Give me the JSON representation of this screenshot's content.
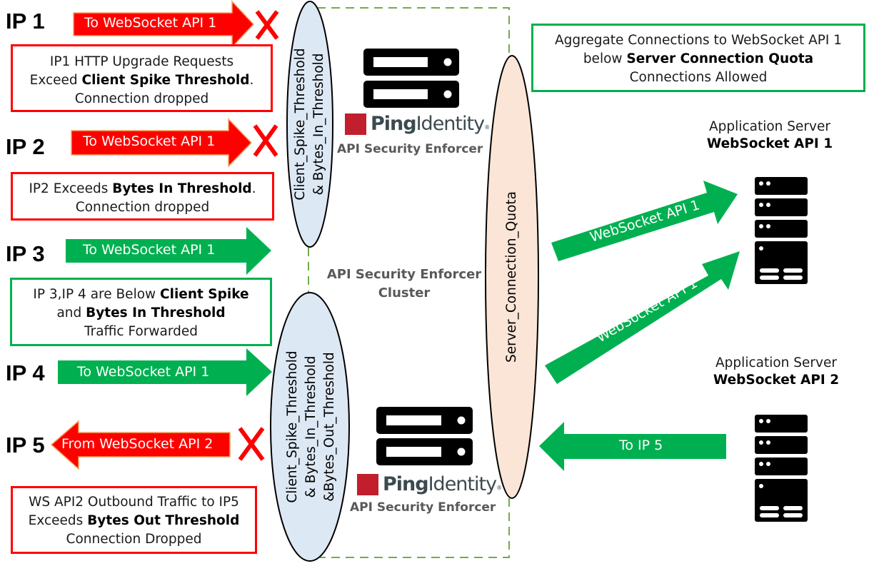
{
  "colors": {
    "blocked": "#ff0000",
    "allowed": "#00b050",
    "enforcer_ellipse_fill": "#dde8f5",
    "quota_ellipse_fill": "#fbe5d6",
    "cluster_border": "#70ad47",
    "ping_red": "#c11f2d"
  },
  "clients": [
    {
      "label": "IP 1",
      "arrow_text": "To WebSocket API 1",
      "direction": "right",
      "status": "blocked"
    },
    {
      "label": "IP 2",
      "arrow_text": "To WebSocket API 1",
      "direction": "right",
      "status": "blocked"
    },
    {
      "label": "IP 3",
      "arrow_text": "To WebSocket API 1",
      "direction": "right",
      "status": "allowed"
    },
    {
      "label": "IP 4",
      "arrow_text": "To WebSocket API 1",
      "direction": "right",
      "status": "allowed"
    },
    {
      "label": "IP 5",
      "arrow_text": "From WebSocket API 2",
      "direction": "left",
      "status": "blocked"
    }
  ],
  "notes": {
    "ip1": {
      "line1": "IP1 HTTP Upgrade Requests",
      "line2_pre": "Exceed ",
      "line2_bold": "Client Spike Threshold",
      "line2_post": ".",
      "line3": "Connection dropped"
    },
    "ip2": {
      "line1_pre": "IP2 Exceeds ",
      "line1_bold": "Bytes In Threshold",
      "line1_post": ".",
      "line2": "Connection dropped"
    },
    "ip34": {
      "line1_pre": "IP 3,IP 4 are Below ",
      "line1_bold": "Client Spike",
      "line2_pre": "and ",
      "line2_bold": "Bytes In Threshold",
      "line3": "Traffic Forwarded"
    },
    "ip5": {
      "line1": "WS API2 Outbound Traffic to IP5",
      "line2_pre": "Exceeds ",
      "line2_bold": "Bytes Out Threshold",
      "line3": "Connection Dropped"
    },
    "quota": {
      "line1": "Aggregate Connections to WebSocket API 1",
      "line2_pre": "below ",
      "line2_bold": "Server Connection Quota",
      "line3": "Connections Allowed"
    }
  },
  "enforcer_top": {
    "ellipse_lines": [
      "Client_Spike_Threshold",
      "& Bytes_In_Threshold"
    ],
    "logo_bold": "Ping",
    "logo_light": "Identity",
    "logo_reg": "®",
    "caption": "API Security Enforcer"
  },
  "enforcer_bottom": {
    "ellipse_lines": [
      "Client_Spike_Threshold",
      "& Bytes_In_Threshold",
      "&Bytes_Out_Threshold"
    ],
    "logo_bold": "Ping",
    "logo_light": "Identity",
    "logo_reg": "®",
    "caption": "API Security Enforcer"
  },
  "cluster": {
    "line1": "API Security Enforcer",
    "line2": "Cluster"
  },
  "quota_ellipse": {
    "text": "Server_Connection_Quota"
  },
  "flows": [
    {
      "text": "WebSocket API 1",
      "status": "allowed"
    },
    {
      "text": "WebSocket API 1",
      "status": "allowed"
    },
    {
      "text": "To IP 5",
      "status": "allowed"
    }
  ],
  "servers": [
    {
      "line1": "Application Server",
      "line2": "WebSocket API 1"
    },
    {
      "line1": "Application Server",
      "line2": "WebSocket API 2"
    }
  ]
}
